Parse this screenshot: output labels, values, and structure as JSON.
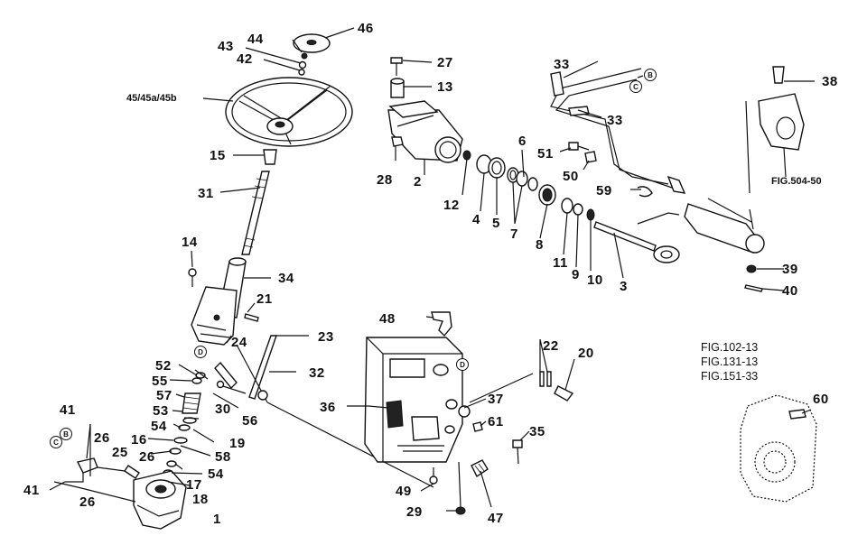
{
  "part_numbers": [
    "46",
    "44",
    "43",
    "42",
    "45/45a/45b",
    "15",
    "31",
    "14",
    "34",
    "21",
    "23",
    "24",
    "32",
    "52",
    "55",
    "57",
    "53",
    "30",
    "56",
    "19",
    "41",
    "26",
    "54",
    "16",
    "58",
    "25",
    "26",
    "17",
    "54",
    "18",
    "41",
    "26",
    "1",
    "27",
    "13",
    "28",
    "2",
    "12",
    "4",
    "5",
    "6",
    "7",
    "8",
    "11",
    "9",
    "10",
    "3",
    "33",
    "33",
    "51",
    "50",
    "59",
    "38",
    "FIG.504-50",
    "39",
    "40",
    "48",
    "22",
    "20",
    "36",
    "37",
    "61",
    "35",
    "49",
    "29",
    "47",
    "60"
  ],
  "circle_refs": [
    "B",
    "C",
    "C",
    "B",
    "D",
    "D",
    "B",
    "C"
  ],
  "figure_refs": [
    "FIG.102-13",
    "FIG.131-13",
    "FIG.151-33"
  ]
}
